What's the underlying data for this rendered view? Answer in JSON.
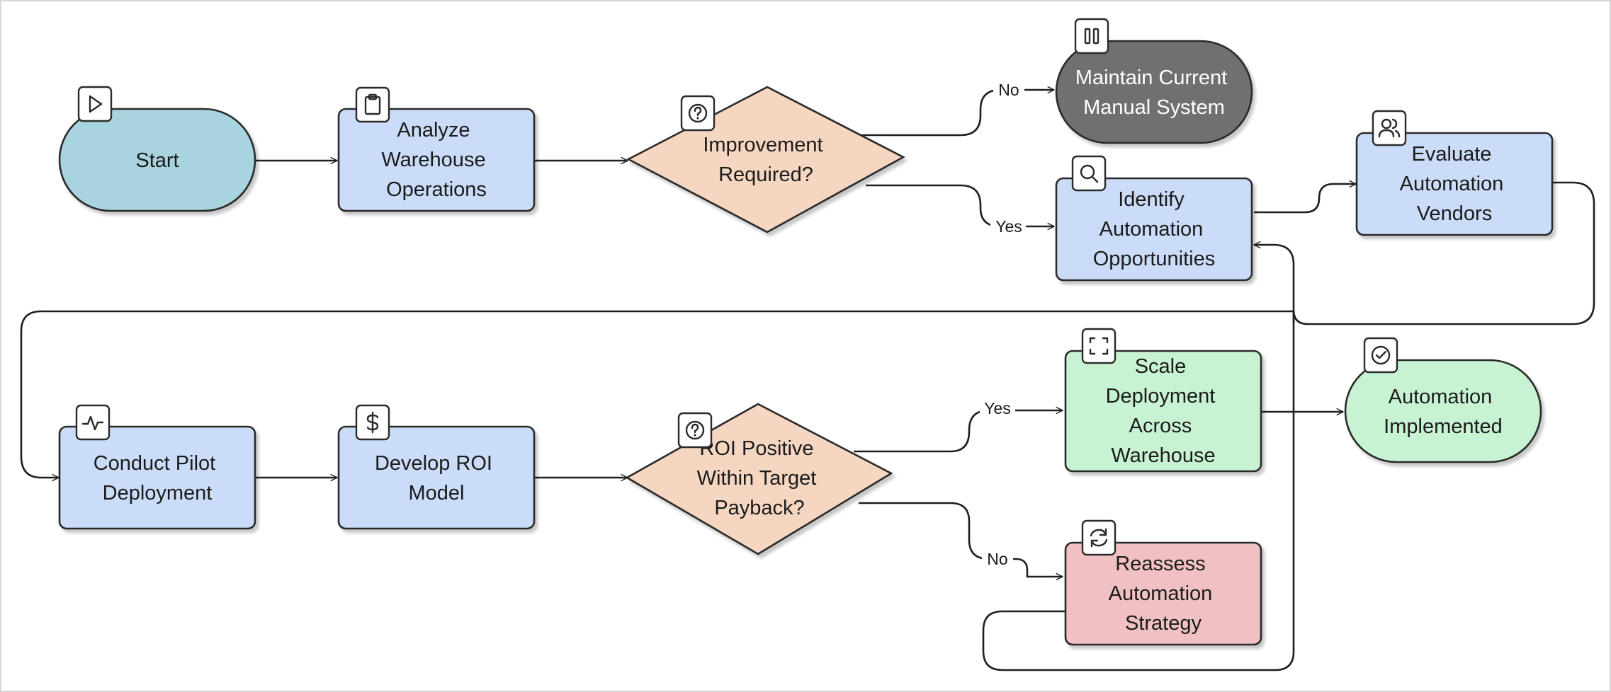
{
  "colors": {
    "terminal_start": "#a8d4df",
    "process": "#cbdcf8",
    "decision": "#f5d6c1",
    "terminal_gray": "#707070",
    "success": "#c8f3d3",
    "danger": "#f0c0c3",
    "line": "#1f1f1f"
  },
  "nodes": {
    "start": {
      "lines": [
        "Start"
      ],
      "icon": "play-icon"
    },
    "analyze": {
      "lines": [
        "Analyze",
        "Warehouse",
        "Operations"
      ],
      "icon": "clipboard-icon"
    },
    "improve": {
      "lines": [
        "Improvement",
        "Required?"
      ],
      "icon": "help-circle-icon"
    },
    "maintain": {
      "lines": [
        "Maintain Current",
        "Manual System"
      ],
      "icon": "pause-icon"
    },
    "identify": {
      "lines": [
        "Identify",
        "Automation",
        "Opportunities"
      ],
      "icon": "search-icon"
    },
    "evaluate": {
      "lines": [
        "Evaluate",
        "Automation",
        "Vendors"
      ],
      "icon": "users-icon"
    },
    "pilot": {
      "lines": [
        "Conduct Pilot",
        "Deployment"
      ],
      "icon": "activity-icon"
    },
    "roi_model": {
      "lines": [
        "Develop ROI",
        "Model"
      ],
      "icon": "dollar-icon"
    },
    "roi_check": {
      "lines": [
        "ROI Positive",
        "Within Target",
        "Payback?"
      ],
      "icon": "help-circle-icon"
    },
    "scale": {
      "lines": [
        "Scale",
        "Deployment",
        "Across",
        "Warehouse"
      ],
      "icon": "fullscreen-icon"
    },
    "reassess": {
      "lines": [
        "Reassess",
        "Automation",
        "Strategy"
      ],
      "icon": "refresh-icon"
    },
    "implemented": {
      "lines": [
        "Automation",
        "Implemented"
      ],
      "icon": "check-circle-icon"
    }
  },
  "edges": {
    "improve_no": "No",
    "improve_yes": "Yes",
    "roi_yes": "Yes",
    "roi_no": "No"
  }
}
